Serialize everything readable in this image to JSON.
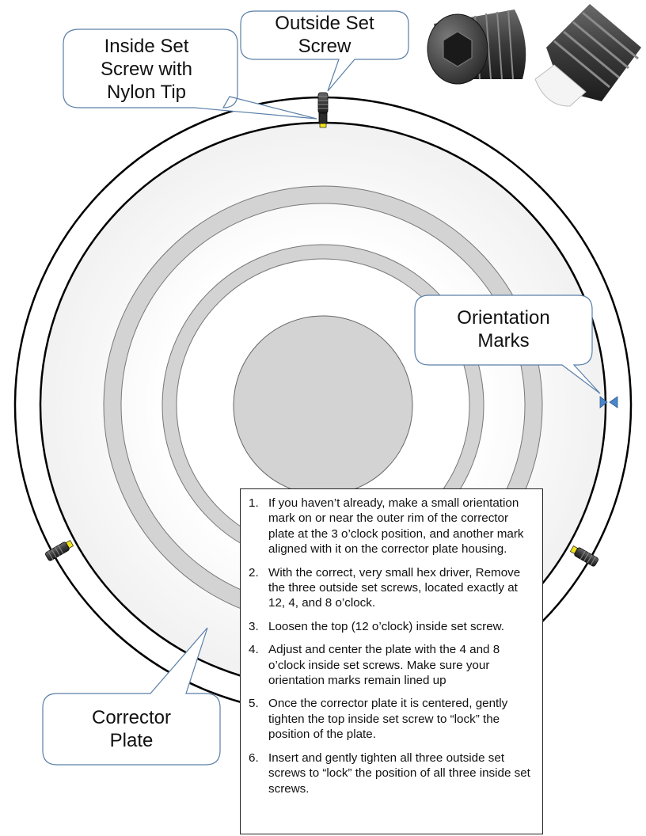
{
  "callouts": {
    "inside_set_screw": [
      "Inside Set",
      "Screw with",
      "Nylon Tip"
    ],
    "outside_set_screw": [
      "Outside Set",
      "Screw"
    ],
    "orientation_marks": [
      "Orientation",
      "Marks"
    ],
    "corrector_plate": [
      "Corrector",
      "Plate"
    ]
  },
  "instructions": [
    {
      "num": "1.",
      "text": "If you haven’t already, make a small orientation mark on or near the outer rim of the corrector plate at the 3 o’clock position, and another mark aligned with it on the corrector plate housing."
    },
    {
      "num": "2.",
      "text": "With the correct, very small hex driver, Remove the three outside set screws, located exactly at 12, 4, and 8 o’clock."
    },
    {
      "num": "3.",
      "text": "Loosen the top (12 o’clock) inside set screw."
    },
    {
      "num": "4.",
      "text": "Adjust and center the plate with the 4 and 8 o’clock inside set screws. Make sure your orientation marks remain lined up"
    },
    {
      "num": "5.",
      "text": "Once the corrector plate it is centered, gently tighten the top inside set screw to “lock” the position of the plate."
    },
    {
      "num": "6.",
      "text": "Insert and gently tighten all three outside set screws to “lock” the position of all three inside set screws."
    }
  ],
  "colors": {
    "ring_gray": "#d3d3d3",
    "mark_blue": "#4a86c8",
    "nylon_tip_yellow": "#f2e21a",
    "outline": "#000000"
  }
}
